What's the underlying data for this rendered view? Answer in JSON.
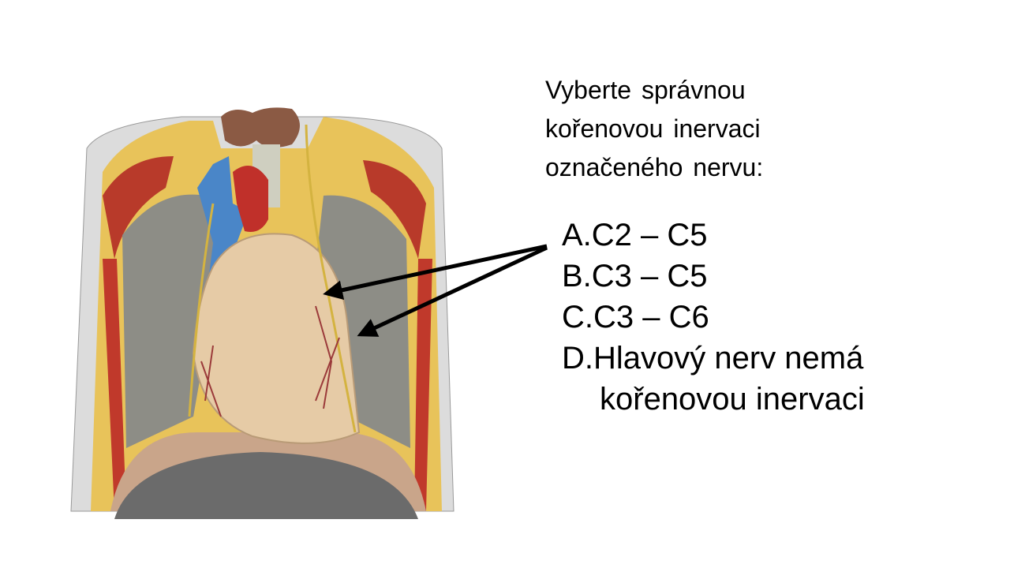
{
  "question": {
    "lines": [
      "Vyberte správnou",
      "kořenovou inervaci",
      "označeného nervu:"
    ]
  },
  "options": [
    {
      "letter": "A.",
      "text": "C2 – C5"
    },
    {
      "letter": "B.",
      "text": "C3 – C5"
    },
    {
      "letter": "C.",
      "text": "C3 – C6"
    },
    {
      "letter": "D.",
      "text": "Hlavový nerv nemá",
      "continuation": "kořenovou inervaci"
    }
  ],
  "colors": {
    "arrow": "#000000",
    "text": "#000000"
  }
}
